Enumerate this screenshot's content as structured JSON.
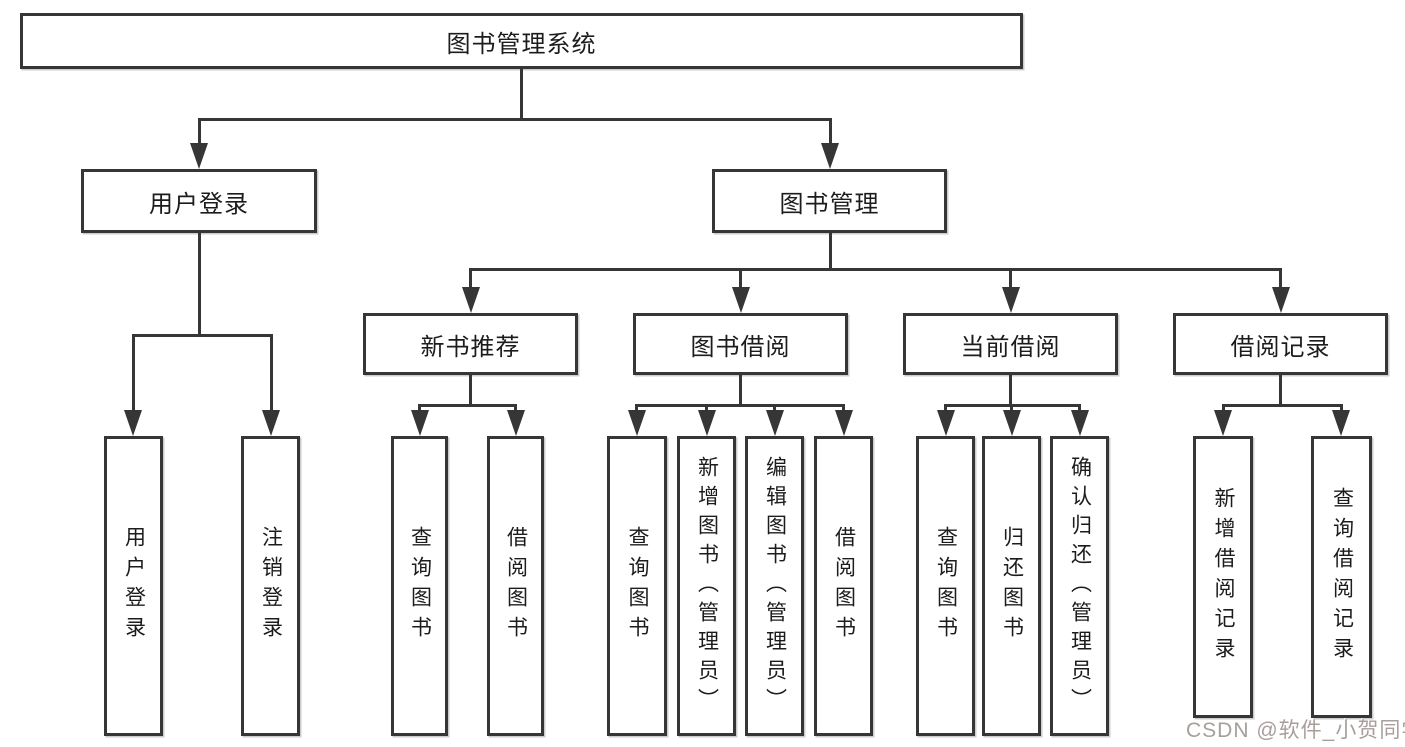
{
  "diagram_title": "图书管理系统",
  "colors": {
    "line": "#363636",
    "box_border": "#363636",
    "text": "#1c1c1c",
    "background": "#ffffff",
    "watermark": "#a89e9c"
  },
  "nodes": {
    "root": "图书管理系统",
    "user_login": "用户登录",
    "book_management": "图书管理",
    "new_book_recommend": "新书推荐",
    "book_borrowing": "图书借阅",
    "current_borrowing": "当前借阅",
    "borrowing_records": "借阅记录",
    "ul_user_login": "用户登录",
    "ul_logout": "注销登录",
    "nb_query_books": "查询图书",
    "nb_borrow_books": "借阅图书",
    "bb_query_books": "查询图书",
    "bb_add_books_admin": "新增图书（管理员）",
    "bb_edit_books_admin": "编辑图书（管理员）",
    "bb_borrow_books": "借阅图书",
    "cb_query_books": "查询图书",
    "cb_return_books": "归还图书",
    "cb_confirm_return_admin": "确认归还（管理员）",
    "br_add_record": "新增借阅记录",
    "br_query_record": "查询借阅记录"
  },
  "hierarchy": {
    "图书管理系统": {
      "用户登录": [
        "用户登录",
        "注销登录"
      ],
      "图书管理": {
        "新书推荐": [
          "查询图书",
          "借阅图书"
        ],
        "图书借阅": [
          "查询图书",
          "新增图书（管理员）",
          "编辑图书（管理员）",
          "借阅图书"
        ],
        "当前借阅": [
          "查询图书",
          "归还图书",
          "确认归还（管理员）"
        ],
        "借阅记录": [
          "新增借阅记录",
          "查询借阅记录"
        ]
      }
    }
  },
  "watermark": "CSDN @软件_小贺同学"
}
